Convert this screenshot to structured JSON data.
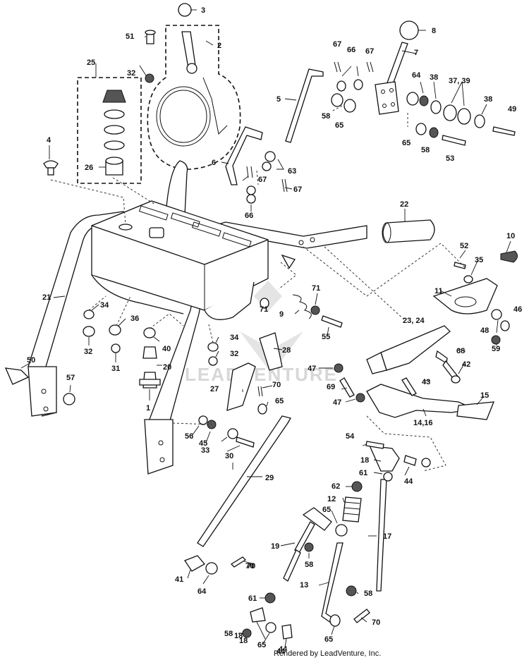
{
  "diagram": {
    "watermark": "LEADVENTURE",
    "footer": "Rendered by LeadVenture, Inc.",
    "callouts": [
      "1",
      "2",
      "3",
      "4",
      "5",
      "6",
      "7",
      "8",
      "9",
      "10",
      "11",
      "12",
      "13",
      "14,16",
      "15",
      "17",
      "18",
      "18",
      "18",
      "19",
      "20",
      "21",
      "22",
      "23, 24",
      "25",
      "26",
      "27",
      "28",
      "29",
      "30",
      "31",
      "32",
      "32",
      "32",
      "33",
      "34",
      "34",
      "35",
      "36",
      "37, 39",
      "38",
      "38",
      "40",
      "41",
      "42",
      "43",
      "44",
      "44",
      "44",
      "45",
      "46",
      "47",
      "47",
      "48",
      "49",
      "50",
      "51",
      "52",
      "53",
      "54",
      "55",
      "56",
      "57",
      "58",
      "58",
      "58",
      "58",
      "58",
      "59",
      "61",
      "61",
      "62",
      "63",
      "64",
      "64",
      "65",
      "65",
      "65",
      "65",
      "65",
      "65",
      "66",
      "66",
      "67",
      "67",
      "67",
      "67",
      "68",
      "69",
      "70",
      "70",
      "70",
      "70",
      "71",
      "71"
    ]
  }
}
